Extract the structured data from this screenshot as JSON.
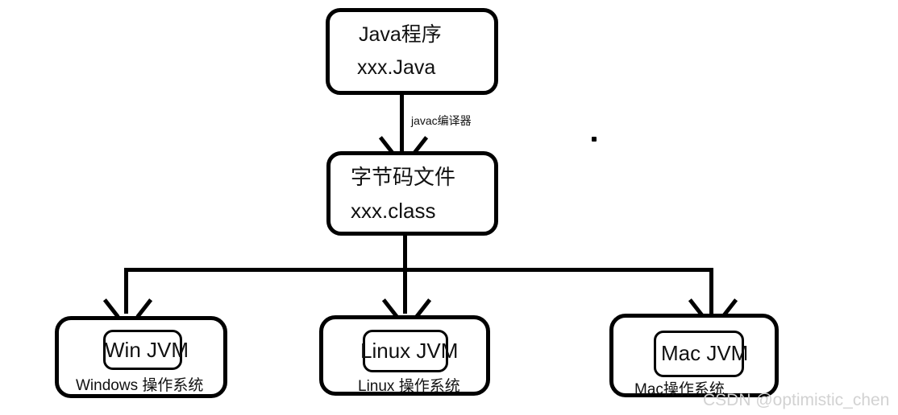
{
  "diagram": {
    "title": "Java cross-platform compilation and execution flow",
    "stroke_color": "#000000",
    "text_color": "#111111",
    "background": "#ffffff",
    "nodes": {
      "source": {
        "line1": "Java程序",
        "line2": "xxx.Java"
      },
      "bytecode": {
        "line1": "字节码文件",
        "line2": "xxx.class"
      },
      "platforms": [
        {
          "jvm": "Win JVM",
          "os": "Windows 操作系统"
        },
        {
          "jvm": "Linux JVM",
          "os": "Linux 操作系统"
        },
        {
          "jvm": "Mac JVM",
          "os": "Mac操作系统"
        }
      ]
    },
    "edges": {
      "compile_label": "javac编译器"
    },
    "watermark": "CSDN @optimistic_chen"
  }
}
